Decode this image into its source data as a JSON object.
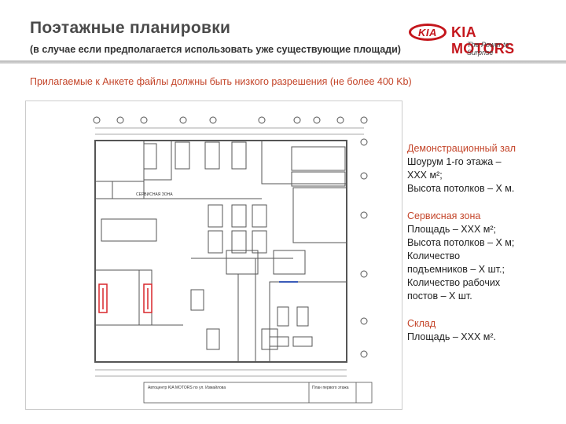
{
  "header": {
    "title": "Поэтажные планировки",
    "subtitle": "(в случае если предполагается использовать уже существующие площади)"
  },
  "logo": {
    "emblem": "KIA",
    "brand": "KIA MOTORS",
    "tagline": "The Power to Surprise"
  },
  "note": "Прилагаемые к Анкете файлы должны быть низкого разрешения (не более 400 Kb)",
  "plan": {
    "image_name": "floor-plan-drawing",
    "labels": {
      "showroom_zone": "СЕРВИСНАЯ ЗОНА",
      "footer_title": "Автоцентр KIA MOTORS по ул. Измайлова",
      "footer_sheet": "План первого этажа"
    },
    "colors": {
      "line": "#555555",
      "accent_red": "#d9262b",
      "accent_blue": "#3a5bb8"
    }
  },
  "sidebar": {
    "showroom": {
      "heading": "Демонстрационный зал",
      "lines": [
        "Шоурум 1-го этажа –",
        "ХХХ м²;",
        "Высота потолков – Х м."
      ]
    },
    "service": {
      "heading": "Сервисная зона",
      "lines": [
        "Площадь – ХХХ м²;",
        "Высота потолков – Х м;",
        "Количество",
        "подъемников – Х шт.;",
        "Количество рабочих",
        "постов – Х шт."
      ]
    },
    "warehouse": {
      "heading": "Склад",
      "lines": [
        "Площадь – ХХХ м²."
      ]
    }
  }
}
